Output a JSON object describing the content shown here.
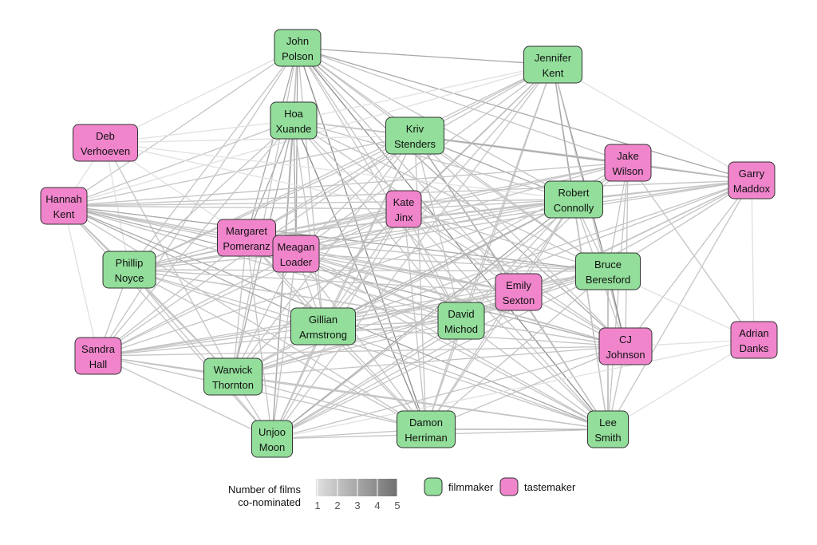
{
  "legend": {
    "weight_title_line1": "Number of films",
    "weight_title_line2": "co-nominated",
    "weight_ticks": [
      "1",
      "2",
      "3",
      "4",
      "5"
    ],
    "filmmaker_label": "filmmaker",
    "tastemaker_label": "tastemaker"
  },
  "colors": {
    "filmmaker": "#92DE9A",
    "tastemaker": "#F085CC",
    "edge_light": "#E0E0E0",
    "edge_dark": "#707070"
  },
  "nodes": [
    {
      "id": "john",
      "lines": [
        "John",
        "Polson"
      ],
      "type": "filmmaker"
    },
    {
      "id": "jennifer",
      "lines": [
        "Jennifer",
        "Kent"
      ],
      "type": "filmmaker"
    },
    {
      "id": "hoa",
      "lines": [
        "Hoa",
        "Xuande"
      ],
      "type": "filmmaker"
    },
    {
      "id": "kriv",
      "lines": [
        "Kriv",
        "Stenders"
      ],
      "type": "filmmaker"
    },
    {
      "id": "deb",
      "lines": [
        "Deb",
        "Verhoeven"
      ],
      "type": "tastemaker"
    },
    {
      "id": "jake",
      "lines": [
        "Jake",
        "Wilson"
      ],
      "type": "tastemaker"
    },
    {
      "id": "garry",
      "lines": [
        "Garry",
        "Maddox"
      ],
      "type": "tastemaker"
    },
    {
      "id": "hannah",
      "lines": [
        "Hannah",
        "Kent"
      ],
      "type": "tastemaker"
    },
    {
      "id": "kate",
      "lines": [
        "Kate",
        "Jinx"
      ],
      "type": "tastemaker"
    },
    {
      "id": "robert",
      "lines": [
        "Robert",
        "Connolly"
      ],
      "type": "filmmaker"
    },
    {
      "id": "margaret",
      "lines": [
        "Margaret",
        "Pomeranz"
      ],
      "type": "tastemaker"
    },
    {
      "id": "meagan",
      "lines": [
        "Meagan",
        "Loader"
      ],
      "type": "tastemaker"
    },
    {
      "id": "phillip",
      "lines": [
        "Phillip",
        "Noyce"
      ],
      "type": "filmmaker"
    },
    {
      "id": "bruce",
      "lines": [
        "Bruce",
        "Beresford"
      ],
      "type": "filmmaker"
    },
    {
      "id": "emily",
      "lines": [
        "Emily",
        "Sexton"
      ],
      "type": "tastemaker"
    },
    {
      "id": "gillian",
      "lines": [
        "Gillian",
        "Armstrong"
      ],
      "type": "filmmaker"
    },
    {
      "id": "david",
      "lines": [
        "David",
        "Michod"
      ],
      "type": "filmmaker"
    },
    {
      "id": "adrian",
      "lines": [
        "Adrian",
        "Danks"
      ],
      "type": "tastemaker"
    },
    {
      "id": "cj",
      "lines": [
        "CJ",
        "Johnson"
      ],
      "type": "tastemaker"
    },
    {
      "id": "sandra",
      "lines": [
        "Sandra",
        "Hall"
      ],
      "type": "tastemaker"
    },
    {
      "id": "warwick",
      "lines": [
        "Warwick",
        "Thornton"
      ],
      "type": "filmmaker"
    },
    {
      "id": "damon",
      "lines": [
        "Damon",
        "Herriman"
      ],
      "type": "filmmaker"
    },
    {
      "id": "lee",
      "lines": [
        "Lee",
        "Smith"
      ],
      "type": "filmmaker"
    },
    {
      "id": "unjoo",
      "lines": [
        "Unjoo",
        "Moon"
      ],
      "type": "filmmaker"
    }
  ],
  "edges": [
    [
      "john",
      "jennifer",
      3
    ],
    [
      "john",
      "hoa",
      2
    ],
    [
      "john",
      "kriv",
      2
    ],
    [
      "john",
      "deb",
      1
    ],
    [
      "john",
      "jake",
      2
    ],
    [
      "john",
      "garry",
      3
    ],
    [
      "john",
      "hannah",
      2
    ],
    [
      "john",
      "kate",
      2
    ],
    [
      "john",
      "robert",
      2
    ],
    [
      "john",
      "margaret",
      3
    ],
    [
      "john",
      "meagan",
      3
    ],
    [
      "john",
      "phillip",
      2
    ],
    [
      "john",
      "bruce",
      2
    ],
    [
      "john",
      "emily",
      2
    ],
    [
      "john",
      "gillian",
      2
    ],
    [
      "john",
      "david",
      2
    ],
    [
      "john",
      "cj",
      3
    ],
    [
      "john",
      "sandra",
      2
    ],
    [
      "john",
      "warwick",
      2
    ],
    [
      "john",
      "damon",
      4
    ],
    [
      "john",
      "lee",
      4
    ],
    [
      "john",
      "unjoo",
      2
    ],
    [
      "jennifer",
      "kriv",
      2
    ],
    [
      "jennifer",
      "hoa",
      1
    ],
    [
      "jennifer",
      "garry",
      1
    ],
    [
      "jennifer",
      "hannah",
      1
    ],
    [
      "jennifer",
      "kate",
      3
    ],
    [
      "jennifer",
      "robert",
      3
    ],
    [
      "jennifer",
      "margaret",
      2
    ],
    [
      "jennifer",
      "meagan",
      2
    ],
    [
      "jennifer",
      "phillip",
      2
    ],
    [
      "jennifer",
      "bruce",
      4
    ],
    [
      "jennifer",
      "gillian",
      2
    ],
    [
      "jennifer",
      "david",
      2
    ],
    [
      "jennifer",
      "cj",
      2
    ],
    [
      "jennifer",
      "warwick",
      2
    ],
    [
      "jennifer",
      "damon",
      2
    ],
    [
      "jennifer",
      "lee",
      3
    ],
    [
      "jennifer",
      "unjoo",
      2
    ],
    [
      "hoa",
      "kriv",
      2
    ],
    [
      "hoa",
      "deb",
      1
    ],
    [
      "hoa",
      "hannah",
      2
    ],
    [
      "hoa",
      "jake",
      2
    ],
    [
      "hoa",
      "garry",
      2
    ],
    [
      "hoa",
      "robert",
      2
    ],
    [
      "hoa",
      "margaret",
      3
    ],
    [
      "hoa",
      "meagan",
      3
    ],
    [
      "hoa",
      "phillip",
      2
    ],
    [
      "hoa",
      "bruce",
      2
    ],
    [
      "hoa",
      "gillian",
      2
    ],
    [
      "hoa",
      "david",
      2
    ],
    [
      "hoa",
      "cj",
      2
    ],
    [
      "hoa",
      "sandra",
      2
    ],
    [
      "hoa",
      "warwick",
      3
    ],
    [
      "hoa",
      "damon",
      4
    ],
    [
      "hoa",
      "lee",
      2
    ],
    [
      "hoa",
      "unjoo",
      3
    ],
    [
      "kriv",
      "deb",
      1
    ],
    [
      "kriv",
      "hannah",
      2
    ],
    [
      "kriv",
      "jake",
      2
    ],
    [
      "kriv",
      "garry",
      3
    ],
    [
      "kriv",
      "robert",
      3
    ],
    [
      "kriv",
      "margaret",
      2
    ],
    [
      "kriv",
      "meagan",
      2
    ],
    [
      "kriv",
      "phillip",
      2
    ],
    [
      "kriv",
      "bruce",
      2
    ],
    [
      "kriv",
      "emily",
      2
    ],
    [
      "kriv",
      "gillian",
      2
    ],
    [
      "kriv",
      "david",
      2
    ],
    [
      "kriv",
      "cj",
      2
    ],
    [
      "kriv",
      "sandra",
      2
    ],
    [
      "kriv",
      "warwick",
      2
    ],
    [
      "kriv",
      "damon",
      2
    ],
    [
      "kriv",
      "lee",
      3
    ],
    [
      "kriv",
      "unjoo",
      2
    ],
    [
      "deb",
      "hannah",
      1
    ],
    [
      "deb",
      "phillip",
      1
    ],
    [
      "deb",
      "margaret",
      1
    ],
    [
      "deb",
      "warwick",
      2
    ],
    [
      "deb",
      "kate",
      1
    ],
    [
      "deb",
      "robert",
      1
    ],
    [
      "jake",
      "garry",
      2
    ],
    [
      "jake",
      "hannah",
      2
    ],
    [
      "jake",
      "robert",
      2
    ],
    [
      "jake",
      "bruce",
      2
    ],
    [
      "jake",
      "margaret",
      2
    ],
    [
      "jake",
      "meagan",
      2
    ],
    [
      "jake",
      "phillip",
      2
    ],
    [
      "jake",
      "gillian",
      2
    ],
    [
      "jake",
      "david",
      2
    ],
    [
      "jake",
      "cj",
      2
    ],
    [
      "jake",
      "lee",
      2
    ],
    [
      "jake",
      "unjoo",
      2
    ],
    [
      "jake",
      "adrian",
      2
    ],
    [
      "garry",
      "hannah",
      2
    ],
    [
      "garry",
      "robert",
      2
    ],
    [
      "garry",
      "bruce",
      2
    ],
    [
      "garry",
      "margaret",
      2
    ],
    [
      "garry",
      "meagan",
      2
    ],
    [
      "garry",
      "phillip",
      2
    ],
    [
      "garry",
      "emily",
      2
    ],
    [
      "garry",
      "gillian",
      2
    ],
    [
      "garry",
      "david",
      2
    ],
    [
      "garry",
      "cj",
      2
    ],
    [
      "garry",
      "lee",
      2
    ],
    [
      "garry",
      "unjoo",
      2
    ],
    [
      "garry",
      "adrian",
      1
    ],
    [
      "garry",
      "warwick",
      2
    ],
    [
      "hannah",
      "kate",
      2
    ],
    [
      "hannah",
      "robert",
      2
    ],
    [
      "hannah",
      "bruce",
      3
    ],
    [
      "hannah",
      "margaret",
      2
    ],
    [
      "hannah",
      "meagan",
      2
    ],
    [
      "hannah",
      "phillip",
      2
    ],
    [
      "hannah",
      "emily",
      2
    ],
    [
      "hannah",
      "gillian",
      3
    ],
    [
      "hannah",
      "david",
      2
    ],
    [
      "hannah",
      "cj",
      3
    ],
    [
      "hannah",
      "sandra",
      1
    ],
    [
      "hannah",
      "warwick",
      2
    ],
    [
      "hannah",
      "damon",
      2
    ],
    [
      "hannah",
      "lee",
      3
    ],
    [
      "hannah",
      "unjoo",
      2
    ],
    [
      "kate",
      "robert",
      2
    ],
    [
      "kate",
      "margaret",
      2
    ],
    [
      "kate",
      "meagan",
      2
    ],
    [
      "kate",
      "phillip",
      2
    ],
    [
      "kate",
      "bruce",
      2
    ],
    [
      "kate",
      "emily",
      2
    ],
    [
      "kate",
      "gillian",
      2
    ],
    [
      "kate",
      "david",
      2
    ],
    [
      "kate",
      "cj",
      2
    ],
    [
      "kate",
      "sandra",
      2
    ],
    [
      "kate",
      "warwick",
      2
    ],
    [
      "kate",
      "damon",
      2
    ],
    [
      "kate",
      "lee",
      2
    ],
    [
      "kate",
      "unjoo",
      2
    ],
    [
      "robert",
      "margaret",
      2
    ],
    [
      "robert",
      "meagan",
      2
    ],
    [
      "robert",
      "phillip",
      2
    ],
    [
      "robert",
      "bruce",
      2
    ],
    [
      "robert",
      "emily",
      2
    ],
    [
      "robert",
      "gillian",
      3
    ],
    [
      "robert",
      "david",
      2
    ],
    [
      "robert",
      "cj",
      2
    ],
    [
      "robert",
      "sandra",
      2
    ],
    [
      "robert",
      "warwick",
      2
    ],
    [
      "robert",
      "damon",
      2
    ],
    [
      "robert",
      "lee",
      2
    ],
    [
      "robert",
      "unjoo",
      3
    ],
    [
      "margaret",
      "meagan",
      2
    ],
    [
      "margaret",
      "phillip",
      2
    ],
    [
      "margaret",
      "bruce",
      2
    ],
    [
      "margaret",
      "emily",
      2
    ],
    [
      "margaret",
      "gillian",
      2
    ],
    [
      "margaret",
      "david",
      2
    ],
    [
      "margaret",
      "cj",
      2
    ],
    [
      "margaret",
      "sandra",
      2
    ],
    [
      "margaret",
      "warwick",
      2
    ],
    [
      "margaret",
      "damon",
      2
    ],
    [
      "margaret",
      "lee",
      2
    ],
    [
      "margaret",
      "unjoo",
      2
    ],
    [
      "meagan",
      "phillip",
      2
    ],
    [
      "meagan",
      "bruce",
      2
    ],
    [
      "meagan",
      "emily",
      2
    ],
    [
      "meagan",
      "gillian",
      2
    ],
    [
      "meagan",
      "david",
      2
    ],
    [
      "meagan",
      "cj",
      2
    ],
    [
      "meagan",
      "sandra",
      2
    ],
    [
      "meagan",
      "warwick",
      2
    ],
    [
      "meagan",
      "damon",
      2
    ],
    [
      "meagan",
      "lee",
      2
    ],
    [
      "meagan",
      "unjoo",
      2
    ],
    [
      "phillip",
      "bruce",
      2
    ],
    [
      "phillip",
      "emily",
      2
    ],
    [
      "phillip",
      "gillian",
      2
    ],
    [
      "phillip",
      "david",
      2
    ],
    [
      "phillip",
      "cj",
      2
    ],
    [
      "phillip",
      "sandra",
      2
    ],
    [
      "phillip",
      "warwick",
      2
    ],
    [
      "phillip",
      "damon",
      2
    ],
    [
      "phillip",
      "lee",
      2
    ],
    [
      "phillip",
      "unjoo",
      2
    ],
    [
      "bruce",
      "emily",
      2
    ],
    [
      "bruce",
      "gillian",
      2
    ],
    [
      "bruce",
      "david",
      2
    ],
    [
      "bruce",
      "cj",
      4
    ],
    [
      "bruce",
      "sandra",
      2
    ],
    [
      "bruce",
      "warwick",
      2
    ],
    [
      "bruce",
      "damon",
      2
    ],
    [
      "bruce",
      "lee",
      3
    ],
    [
      "bruce",
      "unjoo",
      2
    ],
    [
      "bruce",
      "adrian",
      1
    ],
    [
      "emily",
      "gillian",
      2
    ],
    [
      "emily",
      "david",
      2
    ],
    [
      "emily",
      "cj",
      2
    ],
    [
      "emily",
      "sandra",
      2
    ],
    [
      "emily",
      "warwick",
      2
    ],
    [
      "emily",
      "damon",
      2
    ],
    [
      "emily",
      "lee",
      2
    ],
    [
      "emily",
      "unjoo",
      2
    ],
    [
      "gillian",
      "david",
      2
    ],
    [
      "gillian",
      "cj",
      2
    ],
    [
      "gillian",
      "sandra",
      2
    ],
    [
      "gillian",
      "warwick",
      2
    ],
    [
      "gillian",
      "damon",
      2
    ],
    [
      "gillian",
      "lee",
      2
    ],
    [
      "gillian",
      "unjoo",
      2
    ],
    [
      "david",
      "cj",
      2
    ],
    [
      "david",
      "sandra",
      2
    ],
    [
      "david",
      "warwick",
      2
    ],
    [
      "david",
      "damon",
      2
    ],
    [
      "david",
      "lee",
      2
    ],
    [
      "david",
      "unjoo",
      2
    ],
    [
      "adrian",
      "cj",
      1
    ],
    [
      "adrian",
      "lee",
      1
    ],
    [
      "adrian",
      "unjoo",
      1
    ],
    [
      "cj",
      "sandra",
      2
    ],
    [
      "cj",
      "warwick",
      2
    ],
    [
      "cj",
      "damon",
      2
    ],
    [
      "cj",
      "lee",
      2
    ],
    [
      "cj",
      "unjoo",
      2
    ],
    [
      "sandra",
      "warwick",
      2
    ],
    [
      "sandra",
      "damon",
      2
    ],
    [
      "sandra",
      "lee",
      2
    ],
    [
      "sandra",
      "unjoo",
      2
    ],
    [
      "warwick",
      "damon",
      2
    ],
    [
      "warwick",
      "lee",
      2
    ],
    [
      "warwick",
      "unjoo",
      2
    ],
    [
      "damon",
      "lee",
      3
    ],
    [
      "damon",
      "unjoo",
      2
    ],
    [
      "lee",
      "unjoo",
      2
    ]
  ]
}
